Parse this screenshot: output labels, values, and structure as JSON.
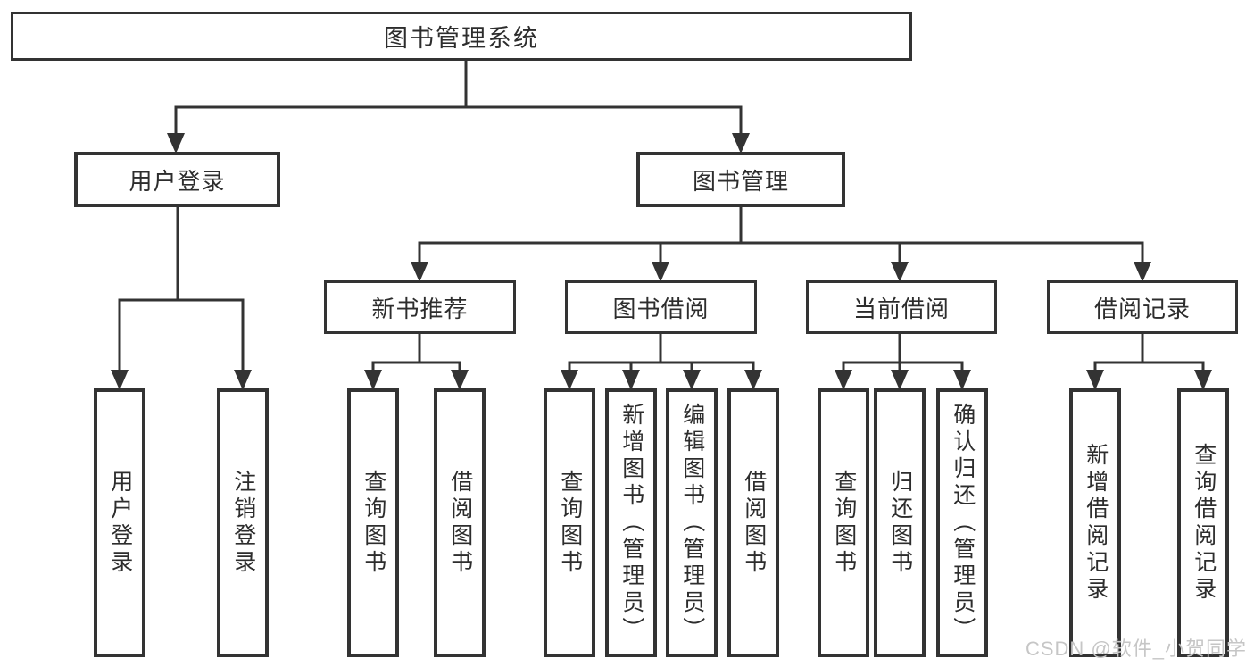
{
  "colors": {
    "line": "#333333",
    "text": "#2d2d2d",
    "watermark_color": "#c6c6c6",
    "background": "#ffffff"
  },
  "diagram": {
    "title": "图书管理系统",
    "level2": [
      {
        "label": "用户登录"
      },
      {
        "label": "图书管理"
      }
    ],
    "level3": [
      {
        "label": "新书推荐",
        "parent": "图书管理"
      },
      {
        "label": "图书借阅",
        "parent": "图书管理"
      },
      {
        "label": "当前借阅",
        "parent": "图书管理"
      },
      {
        "label": "借阅记录",
        "parent": "图书管理"
      }
    ],
    "leaves": [
      {
        "label": "用户登录",
        "parent": "用户登录"
      },
      {
        "label": "注销登录",
        "parent": "用户登录"
      },
      {
        "label": "查询图书",
        "parent": "新书推荐"
      },
      {
        "label": "借阅图书",
        "parent": "新书推荐"
      },
      {
        "label": "查询图书",
        "parent": "图书借阅"
      },
      {
        "label": "新增图书（管理员）",
        "parent": "图书借阅"
      },
      {
        "label": "编辑图书（管理员）",
        "parent": "图书借阅"
      },
      {
        "label": "借阅图书",
        "parent": "图书借阅"
      },
      {
        "label": "查询图书",
        "parent": "当前借阅"
      },
      {
        "label": "归还图书",
        "parent": "当前借阅"
      },
      {
        "label": "确认归还（管理员）",
        "parent": "当前借阅"
      },
      {
        "label": "新增借阅记录",
        "parent": "借阅记录"
      },
      {
        "label": "查询借阅记录",
        "parent": "借阅记录"
      }
    ]
  },
  "watermark": {
    "text": "CSDN @软件_小贺同学"
  }
}
